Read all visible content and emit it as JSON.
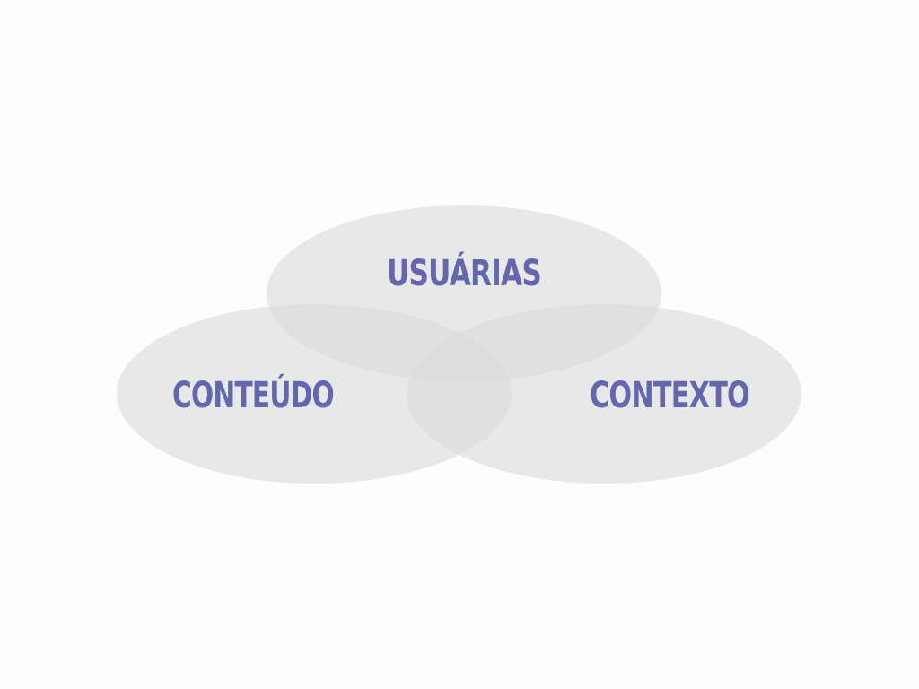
{
  "diagram": {
    "type": "venn",
    "circles": [
      {
        "id": "usuarias",
        "label": "USUÁRIAS"
      },
      {
        "id": "conteudo",
        "label": "CONTEÚDO"
      },
      {
        "id": "contexto",
        "label": "CONTEXTO"
      }
    ],
    "colors": {
      "background": "#fdfdfd",
      "circle_fill": "#dcdcdc",
      "label": "#6367ad"
    }
  }
}
